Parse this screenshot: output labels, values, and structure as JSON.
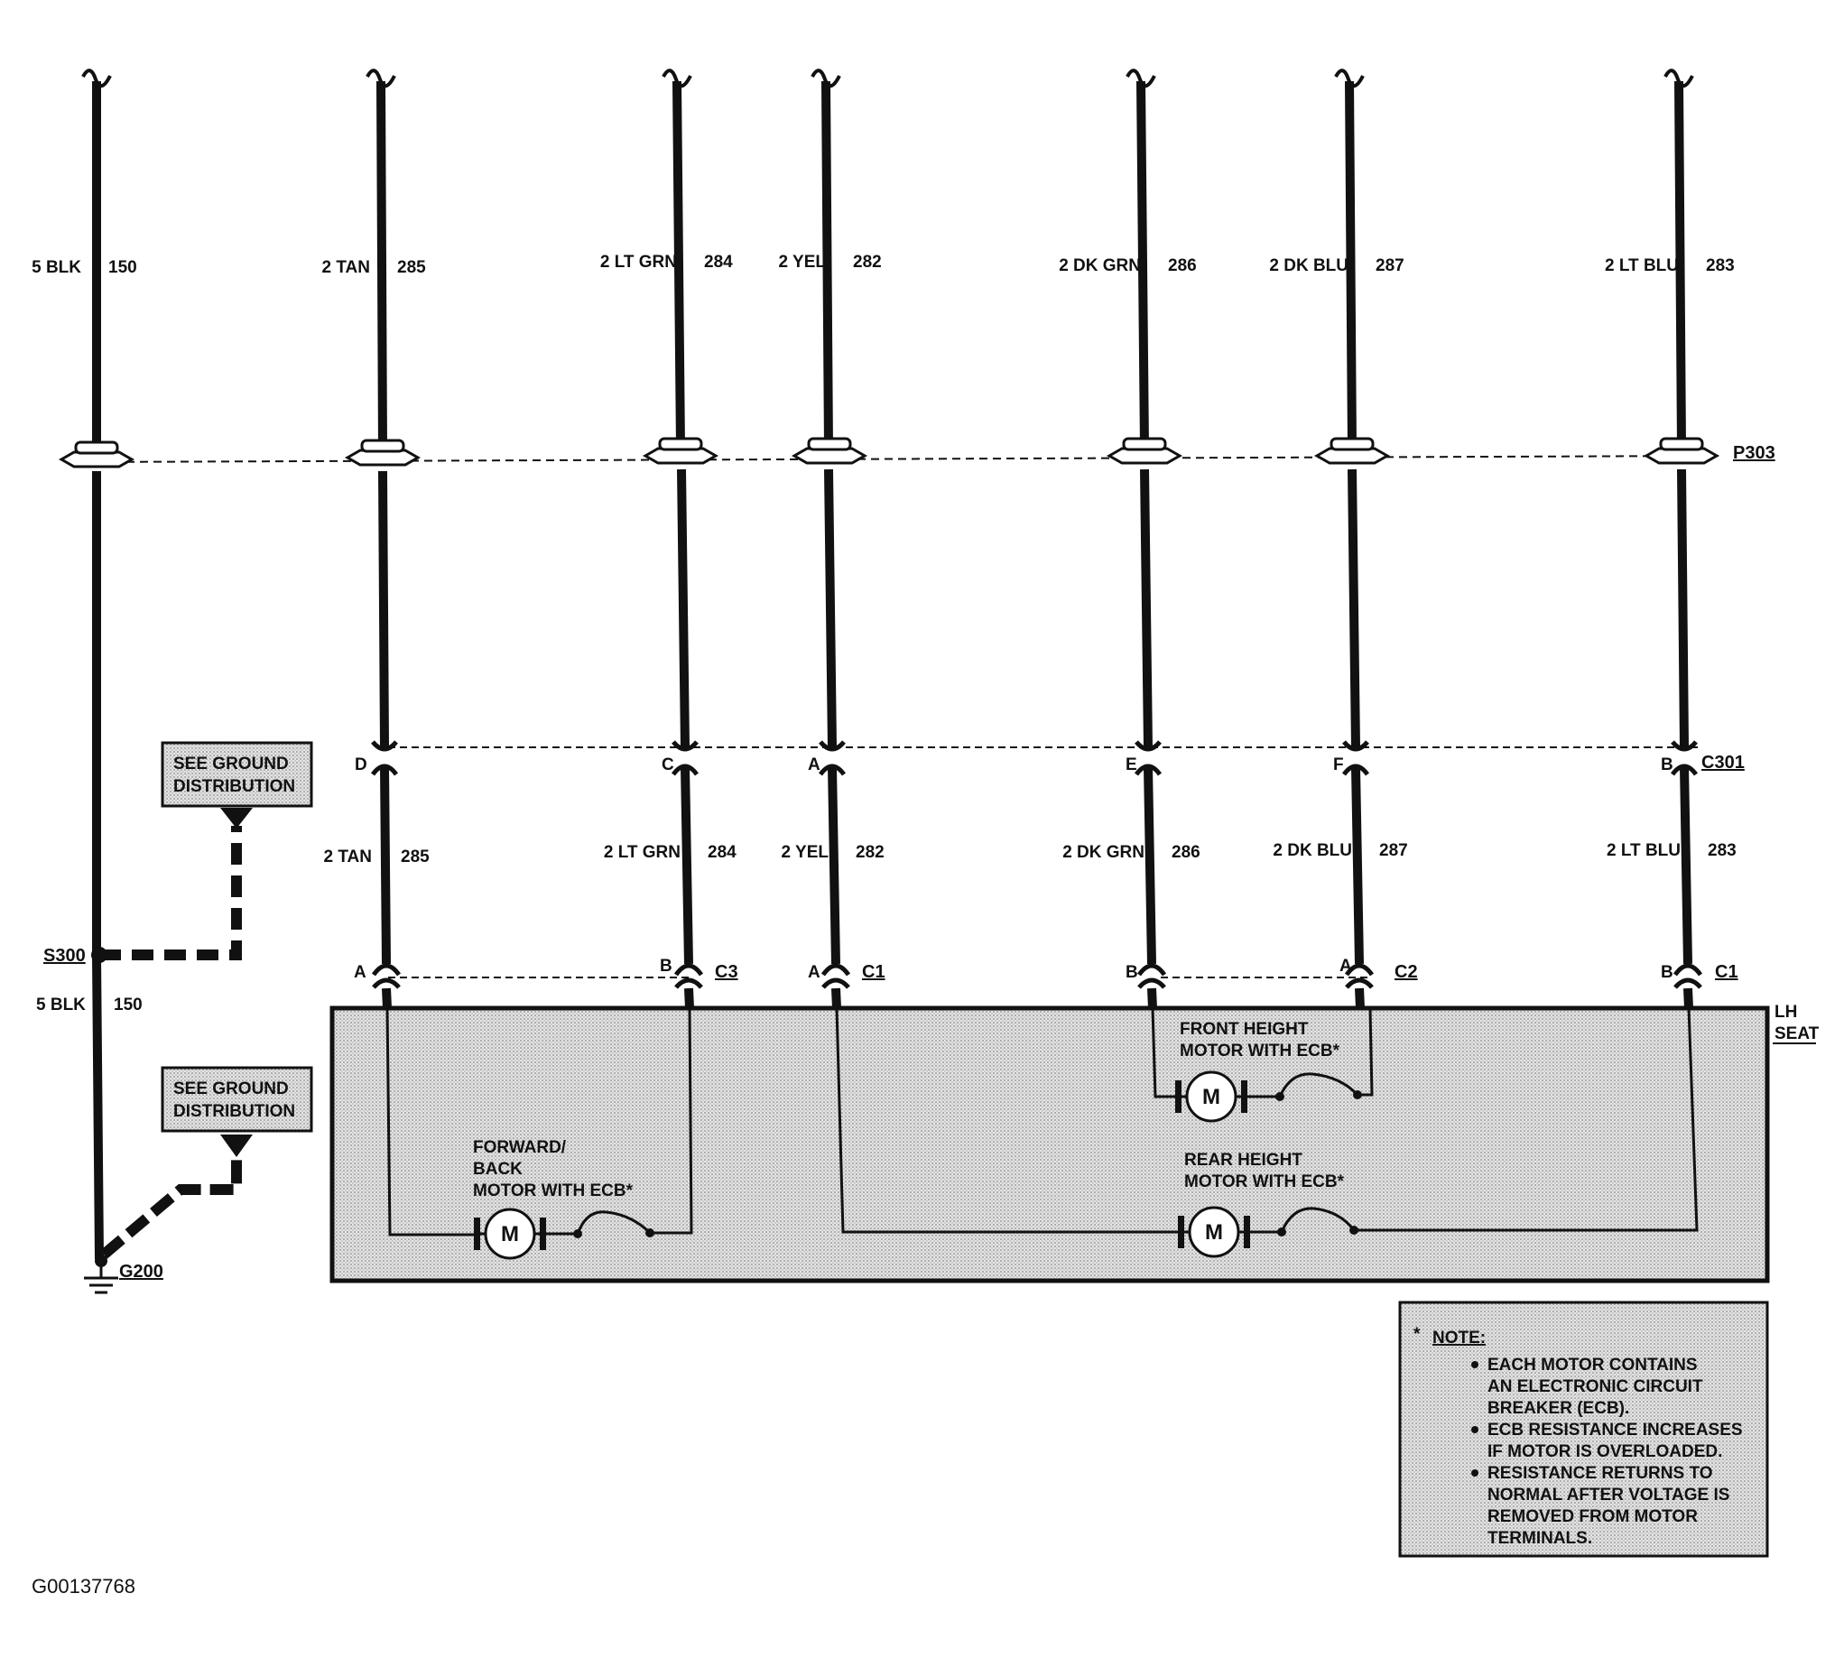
{
  "colors": {
    "ink": "#111111",
    "panel": "#d9d9d9",
    "background": "#ffffff"
  },
  "wires_upper": [
    {
      "color": "5 BLK",
      "circuit": "150"
    },
    {
      "color": "2 TAN",
      "circuit": "285"
    },
    {
      "color": "2 LT GRN",
      "circuit": "284"
    },
    {
      "color": "2 YEL",
      "circuit": "282"
    },
    {
      "color": "2 DK GRN",
      "circuit": "286"
    },
    {
      "color": "2 DK BLU",
      "circuit": "287"
    },
    {
      "color": "2 LT BLU",
      "circuit": "283"
    }
  ],
  "wires_lower": [
    {
      "color": "2 TAN",
      "circuit": "285"
    },
    {
      "color": "2 LT GRN",
      "circuit": "284"
    },
    {
      "color": "2 YEL",
      "circuit": "282"
    },
    {
      "color": "2 DK GRN",
      "circuit": "286"
    },
    {
      "color": "2 DK BLU",
      "circuit": "287"
    },
    {
      "color": "2 LT BLU",
      "circuit": "283"
    }
  ],
  "ground_wire_lower": {
    "color": "5 BLK",
    "circuit": "150"
  },
  "connectors": {
    "p303": "P303",
    "c301": {
      "id": "C301",
      "pins": [
        "D",
        "C",
        "A",
        "E",
        "F",
        "B"
      ]
    },
    "seat": [
      {
        "pin": "A"
      },
      {
        "pin": "B",
        "id": "C3"
      },
      {
        "pin": "A",
        "id": "C1"
      },
      {
        "pin": "B"
      },
      {
        "pin": "A",
        "id": "C2"
      },
      {
        "pin": "B",
        "id": "C1"
      }
    ]
  },
  "splice": "S300",
  "ground": "G200",
  "ground_refs": [
    "SEE GROUND",
    "DISTRIBUTION"
  ],
  "seat_label": [
    "LH",
    "SEAT"
  ],
  "motors": {
    "forward_back": [
      "FORWARD/",
      "BACK",
      "MOTOR WITH ECB*"
    ],
    "front_height": [
      "FRONT HEIGHT",
      "MOTOR WITH ECB*"
    ],
    "rear_height": [
      "REAR HEIGHT",
      "MOTOR WITH ECB*"
    ],
    "symbol": "M"
  },
  "note": {
    "star": "*",
    "title": "NOTE:",
    "bullets": [
      [
        "EACH MOTOR CONTAINS",
        "AN ELECTRONIC CIRCUIT",
        "BREAKER (ECB)."
      ],
      [
        "ECB RESISTANCE INCREASES",
        "IF MOTOR IS OVERLOADED."
      ],
      [
        "RESISTANCE RETURNS TO",
        "NORMAL AFTER VOLTAGE IS",
        "REMOVED FROM MOTOR",
        "TERMINALS."
      ]
    ]
  },
  "figure_id": "G00137768"
}
